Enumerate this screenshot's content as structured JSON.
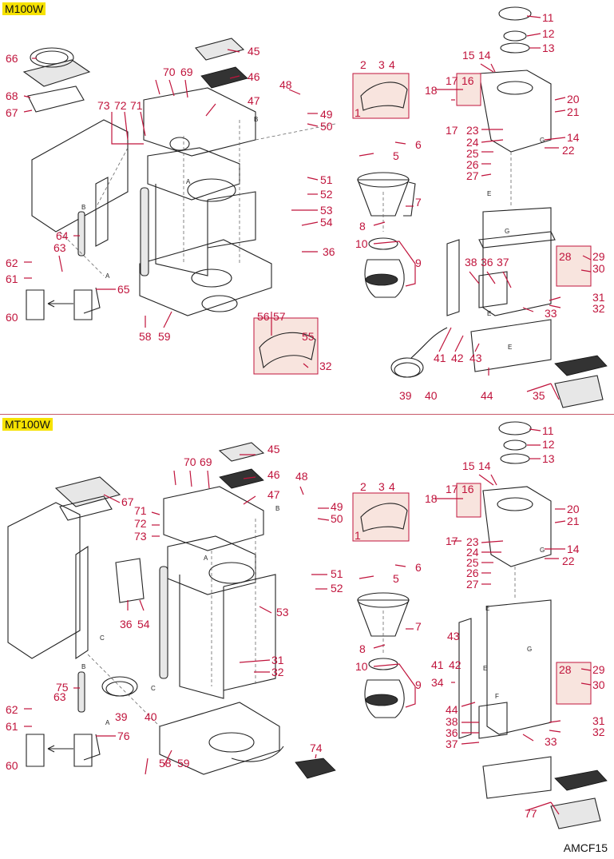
{
  "models": [
    {
      "id": "m100w",
      "name": "M100W",
      "callouts": [
        "1",
        "2",
        "3",
        "4",
        "5",
        "6",
        "7",
        "8",
        "9",
        "10",
        "11",
        "12",
        "13",
        "14",
        "14",
        "15",
        "16",
        "17",
        "17",
        "18",
        "20",
        "21",
        "22",
        "23",
        "24",
        "25",
        "26",
        "27",
        "28",
        "29",
        "30",
        "31",
        "32",
        "32",
        "33",
        "35",
        "36",
        "36",
        "37",
        "38",
        "39",
        "40",
        "41",
        "42",
        "43",
        "44",
        "45",
        "46",
        "47",
        "48",
        "49",
        "50",
        "51",
        "52",
        "53",
        "54",
        "55",
        "56",
        "57",
        "58",
        "59",
        "60",
        "61",
        "62",
        "63",
        "64",
        "65",
        "66",
        "67",
        "68",
        "69",
        "70",
        "71",
        "72",
        "73"
      ],
      "letters": [
        "A",
        "A",
        "B",
        "B",
        "G",
        "G",
        "E",
        "E",
        "E"
      ]
    },
    {
      "id": "mt100w",
      "name": "MT100W",
      "callouts": [
        "1",
        "2",
        "3",
        "4",
        "5",
        "6",
        "7",
        "8",
        "9",
        "10",
        "11",
        "12",
        "13",
        "14",
        "14",
        "15",
        "16",
        "17",
        "17",
        "18",
        "20",
        "21",
        "22",
        "23",
        "24",
        "25",
        "26",
        "27",
        "28",
        "29",
        "30",
        "31",
        "31",
        "32",
        "32",
        "33",
        "34",
        "36",
        "36",
        "37",
        "38",
        "39",
        "40",
        "41",
        "42",
        "43",
        "44",
        "45",
        "46",
        "47",
        "48",
        "49",
        "50",
        "51",
        "52",
        "53",
        "54",
        "58",
        "59",
        "60",
        "61",
        "62",
        "63",
        "67",
        "69",
        "70",
        "71",
        "72",
        "73",
        "74",
        "75",
        "76",
        "77"
      ],
      "letters": [
        "A",
        "A",
        "B",
        "B",
        "C",
        "C",
        "E",
        "E",
        "F",
        "G",
        "G"
      ]
    }
  ],
  "drawing_code": "AMCF15"
}
